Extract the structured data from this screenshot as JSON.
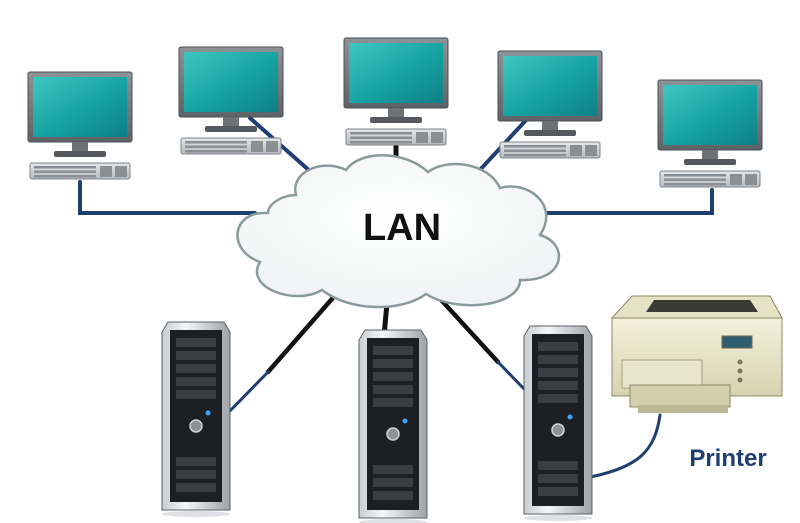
{
  "diagram": {
    "center_label": "LAN",
    "nodes": [
      {
        "id": "pc1",
        "kind": "workstation",
        "label": ""
      },
      {
        "id": "pc2",
        "kind": "workstation",
        "label": ""
      },
      {
        "id": "pc3",
        "kind": "workstation",
        "label": ""
      },
      {
        "id": "pc4",
        "kind": "workstation",
        "label": ""
      },
      {
        "id": "pc5",
        "kind": "workstation",
        "label": ""
      },
      {
        "id": "server1",
        "kind": "server-tower",
        "label": ""
      },
      {
        "id": "server2",
        "kind": "server-tower",
        "label": ""
      },
      {
        "id": "server3",
        "kind": "server-tower",
        "label": ""
      },
      {
        "id": "printer",
        "kind": "printer",
        "label": "Printer"
      }
    ],
    "connections": [
      {
        "from": "pc1",
        "to": "lan"
      },
      {
        "from": "pc2",
        "to": "lan"
      },
      {
        "from": "pc3",
        "to": "lan"
      },
      {
        "from": "pc4",
        "to": "lan"
      },
      {
        "from": "pc5",
        "to": "lan"
      },
      {
        "from": "server1",
        "to": "lan"
      },
      {
        "from": "server2",
        "to": "lan"
      },
      {
        "from": "server3",
        "to": "lan"
      },
      {
        "from": "printer",
        "to": "server3"
      }
    ],
    "icons": {
      "cloud": "network-cloud-icon",
      "workstation": "desktop-computer-icon",
      "server": "server-tower-icon",
      "printer": "laser-printer-icon"
    },
    "colors": {
      "cable_blue": "#1f3f73",
      "cable_black": "#111111",
      "screen": "#1aa3a3",
      "cloud_fill": "#ffffff",
      "cloud_stroke": "#8a9a9a"
    }
  }
}
